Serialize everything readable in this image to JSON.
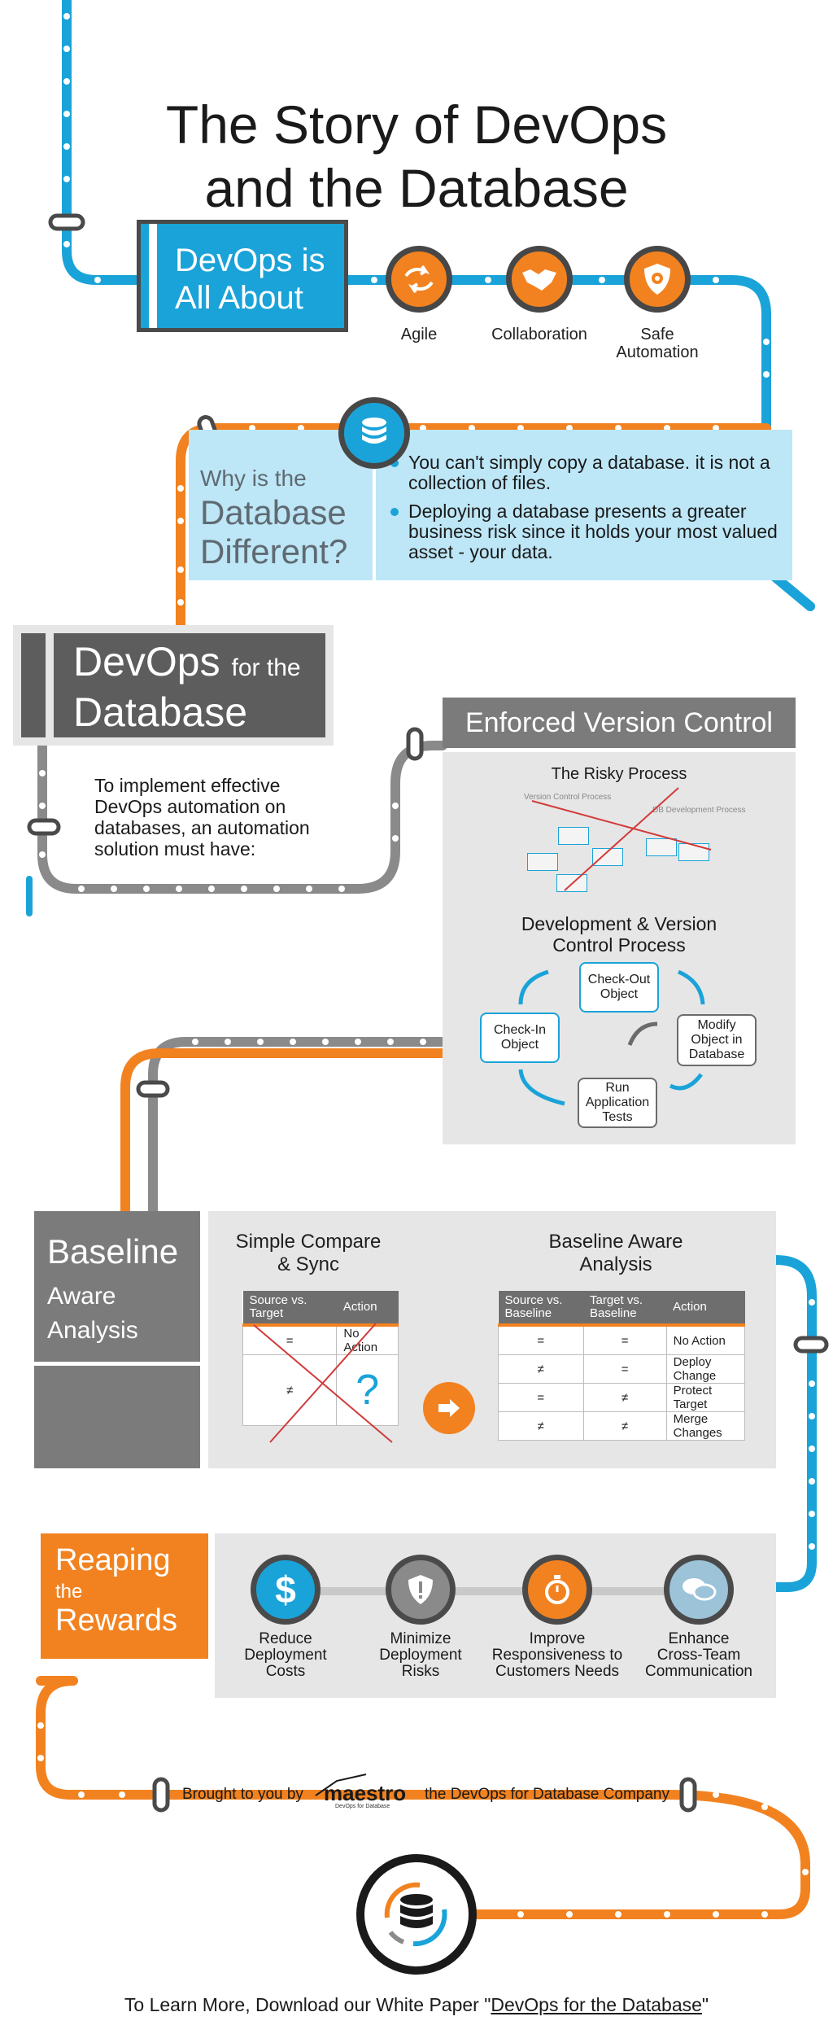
{
  "title": {
    "line1": "The Story of DevOps",
    "line2": "and the Database"
  },
  "about": {
    "box_line1": "DevOps is",
    "box_line2": "All About",
    "items": [
      {
        "label_line1": "Agile",
        "label_line2": "",
        "icon": "agile-arrows-icon"
      },
      {
        "label_line1": "Collaboration",
        "label_line2": "",
        "icon": "handshake-icon"
      },
      {
        "label_line1": "Safe",
        "label_line2": "Automation",
        "icon": "shield-gear-icon"
      }
    ]
  },
  "why": {
    "line1": "Why is the",
    "line2": "Database",
    "line3": "Different?",
    "bullets": [
      "You can't simply copy a database. it is not a collection of files.",
      "Deploying a database presents a greater business risk since it holds your most valued asset - your data."
    ]
  },
  "devops_db": {
    "word1": "DevOps",
    "word2": "for the",
    "word3": "Database",
    "intro": "To implement effective DevOps automation on databases, an automation solution must have:"
  },
  "version_control": {
    "heading": "Enforced Version Control",
    "risky_title": "The Risky Process",
    "risky_labels": [
      "Version Control Process",
      "DB Development Process"
    ],
    "process_title_line1": "Development & Version",
    "process_title_line2": "Control Process",
    "steps": {
      "checkout": "Check-Out Object",
      "modify": "Modify Object in Database",
      "run": "Run Application Tests",
      "checkin": "Check-In Object"
    }
  },
  "baseline": {
    "head_line1": "Baseline",
    "head_line2": "Aware",
    "head_line3": "Analysis",
    "simple_title_line1": "Simple Compare",
    "simple_title_line2": "& Sync",
    "simple_headers": [
      "Source vs. Target",
      "Action"
    ],
    "simple_rows": [
      [
        "=",
        "No Action"
      ],
      [
        "≠",
        "?"
      ]
    ],
    "aware_title_line1": "Baseline Aware",
    "aware_title_line2": "Analysis",
    "aware_headers": [
      "Source vs. Baseline",
      "Target vs. Baseline",
      "Action"
    ],
    "aware_rows": [
      [
        "=",
        "=",
        "No Action"
      ],
      [
        "≠",
        "=",
        "Deploy Change"
      ],
      [
        "=",
        "≠",
        "Protect Target"
      ],
      [
        "≠",
        "≠",
        "Merge Changes"
      ]
    ]
  },
  "rewards": {
    "head_line1": "Reaping",
    "head_line2": "the",
    "head_line3": "Rewards",
    "items": [
      {
        "caption": [
          "Reduce",
          "Deployment",
          "Costs"
        ],
        "icon": "dollar-icon",
        "color": "#1aa3d8"
      },
      {
        "caption": [
          "Minimize",
          "Deployment",
          "Risks"
        ],
        "icon": "shield-alert-icon",
        "color": "#8a8a8a"
      },
      {
        "caption": [
          "Improve",
          "Responsiveness to",
          "Customers Needs"
        ],
        "icon": "stopwatch-icon",
        "color": "#f2821f"
      },
      {
        "caption": [
          "Enhance",
          "Cross-Team",
          "Communication"
        ],
        "icon": "chat-bubbles-icon",
        "color": "#9cc3d8"
      }
    ]
  },
  "brought": {
    "prefix": "Brought to you by",
    "logo_text": "maestro",
    "logo_tagline": "DevOps for Database",
    "suffix": "the DevOps for Database Company"
  },
  "footer": {
    "prefix": "To Learn More, Download our White Paper \"",
    "link": "DevOps for the Database",
    "suffix": "\""
  },
  "colors": {
    "blue": "#1aa3d8",
    "orange": "#f2821f",
    "gray": "#7b7b7b",
    "dark": "#4a4a4a"
  }
}
